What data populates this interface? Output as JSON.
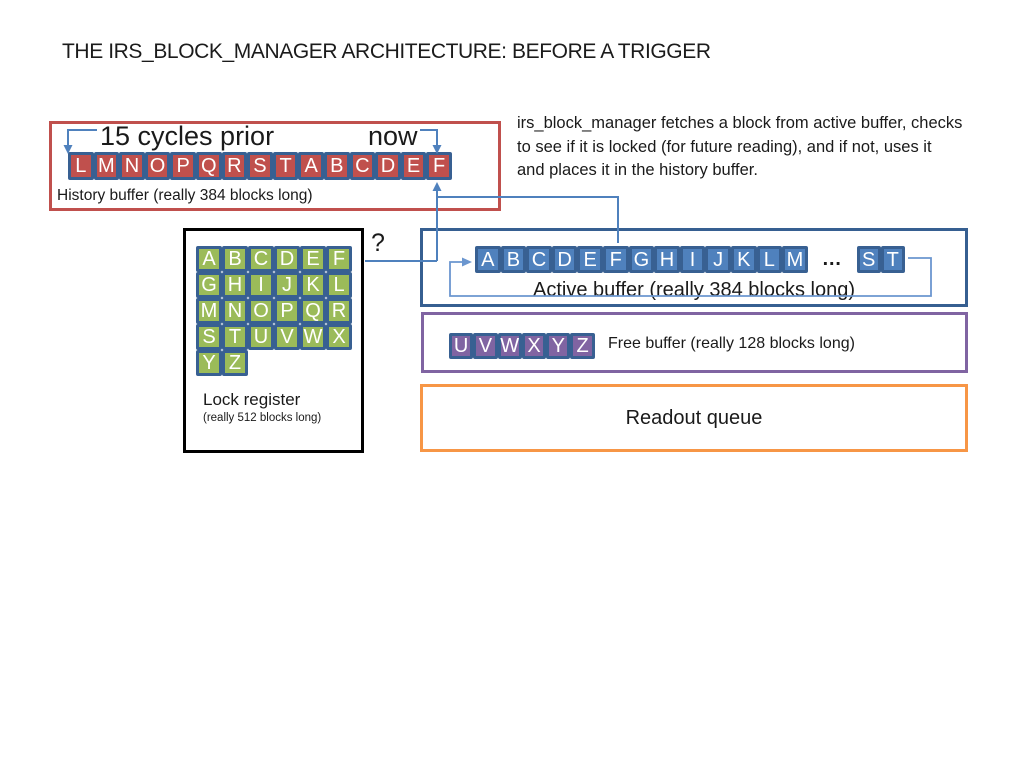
{
  "title": "THE IRS_BLOCK_MANAGER ARCHITECTURE: BEFORE A TRIGGER",
  "description": "irs_block_manager fetches a block from active buffer, checks\nto see if it is locked (for future reading), and if not, uses it\nand places it in the history buffer.",
  "history_buffer": {
    "label_prior": "15 cycles prior",
    "label_now": "now",
    "blocks": [
      "L",
      "M",
      "N",
      "O",
      "P",
      "Q",
      "R",
      "S",
      "T",
      "A",
      "B",
      "C",
      "D",
      "E",
      "F"
    ],
    "caption": "History buffer (really 384 blocks long)"
  },
  "lock_register": {
    "blocks": [
      "A",
      "B",
      "C",
      "D",
      "E",
      "F",
      "G",
      "H",
      "I",
      "J",
      "K",
      "L",
      "M",
      "N",
      "O",
      "P",
      "Q",
      "R",
      "S",
      "T",
      "U",
      "V",
      "W",
      "X",
      "Y",
      "Z"
    ],
    "caption": "Lock register",
    "subcaption": "(really 512 blocks long)"
  },
  "question_mark": "?",
  "active_buffer": {
    "blocks": [
      "A",
      "B",
      "C",
      "D",
      "E",
      "F",
      "G",
      "H",
      "I",
      "J",
      "K",
      "L",
      "M"
    ],
    "ellipsis": "…",
    "tail_blocks": [
      "S",
      "T"
    ],
    "caption": "Active buffer (really 384 blocks long)"
  },
  "free_buffer": {
    "blocks": [
      "U",
      "V",
      "W",
      "X",
      "Y",
      "Z"
    ],
    "caption": "Free buffer (really 128 blocks long)"
  },
  "readout_queue": {
    "caption": "Readout queue"
  },
  "colors": {
    "history_red": "#c0504d",
    "lock_green": "#9bbb59",
    "active_blue": "#4f81bd",
    "free_purple": "#8064a2",
    "readout_orange": "#f79646",
    "block_border_blue": "#386092",
    "connector_blue": "#4f81bd",
    "lock_border_black": "#000000"
  }
}
